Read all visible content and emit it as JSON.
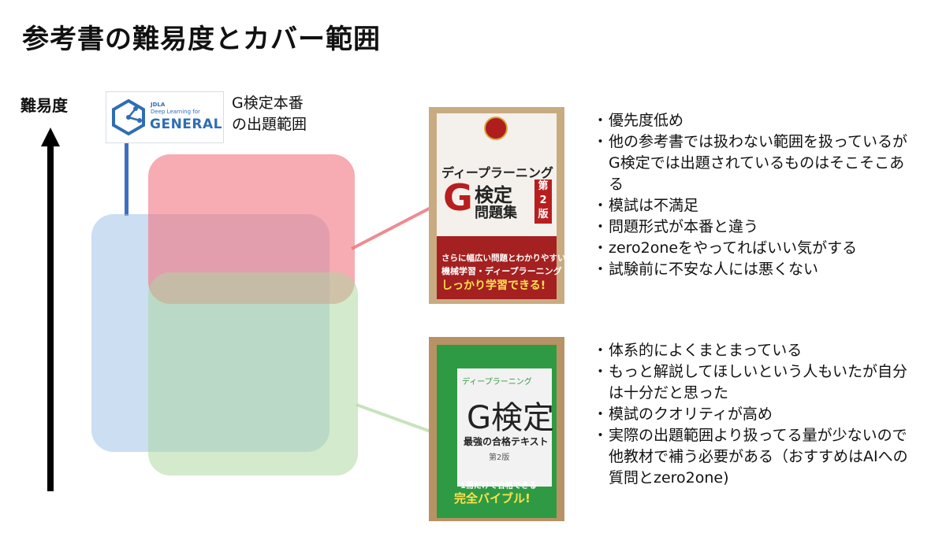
{
  "slide": {
    "title": "参考書の難易度とカバー範囲",
    "axis_label": "難易度"
  },
  "logo": {
    "line1": "JDLA",
    "line2": "Deep Learning for",
    "line3": "GENERAL"
  },
  "exam_scope": {
    "lines": [
      "G検定本番",
      "の出題範囲"
    ]
  },
  "colors": {
    "scope_line": "#3d6fc2",
    "red_region": "#f27882",
    "green_region": "#aad7a0",
    "blue_region": "#a0c2e8"
  },
  "book1": {
    "series": "ディープラーニング",
    "g_letter": "G",
    "kentei": "検定",
    "mondaishu": "問題集",
    "edition": "第2版",
    "band_line1": "さらに幅広い問題とわかりやすい解説で",
    "band_line2": "機械学習・ディープラーニング",
    "band_line3": "しっかり学習できる!",
    "notes": [
      "優先度低め",
      "他の参考書では扱わない範囲を扱っているがG検定では出題されているものはそこそこある",
      "模試は不満足",
      "問題形式が本番と違う",
      "zero2oneをやってればいい気がする",
      "試験前に不安な人には悪くない"
    ]
  },
  "book2": {
    "series": "ディープラーニング",
    "title": "G検定",
    "subtitle": "最強の合格テキスト",
    "edition": "第2版",
    "catch1": "1冊だけで合格できる",
    "catch2": "完全バイブル!",
    "notes": [
      "体系的によくまとまっている",
      "もっと解説してほしいという人もいたが自分は十分だと思った",
      "模試のクオリティが高め",
      "実際の出題範囲より扱ってる量が少ないので他教材で補う必要がある（おすすめはAIへの質問とzero2one)"
    ]
  },
  "bullet": "・"
}
